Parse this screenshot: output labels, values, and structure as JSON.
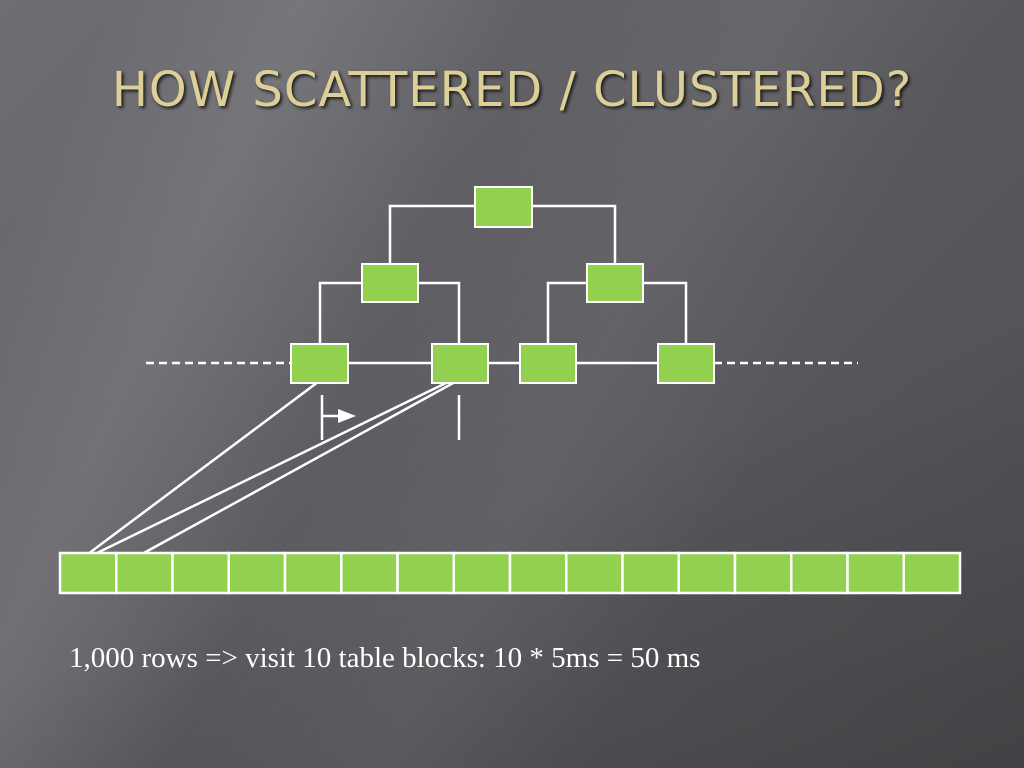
{
  "slide": {
    "title": "HOW SCATTERED / CLUSTERED?",
    "caption": "1,000 rows => visit 10 table blocks: 10 * 5ms = 50 ms"
  },
  "diagram": {
    "node_color": "#92d050",
    "line_color": "#ffffff",
    "index_levels": [
      1,
      2,
      4
    ],
    "table_block_count": 16
  }
}
